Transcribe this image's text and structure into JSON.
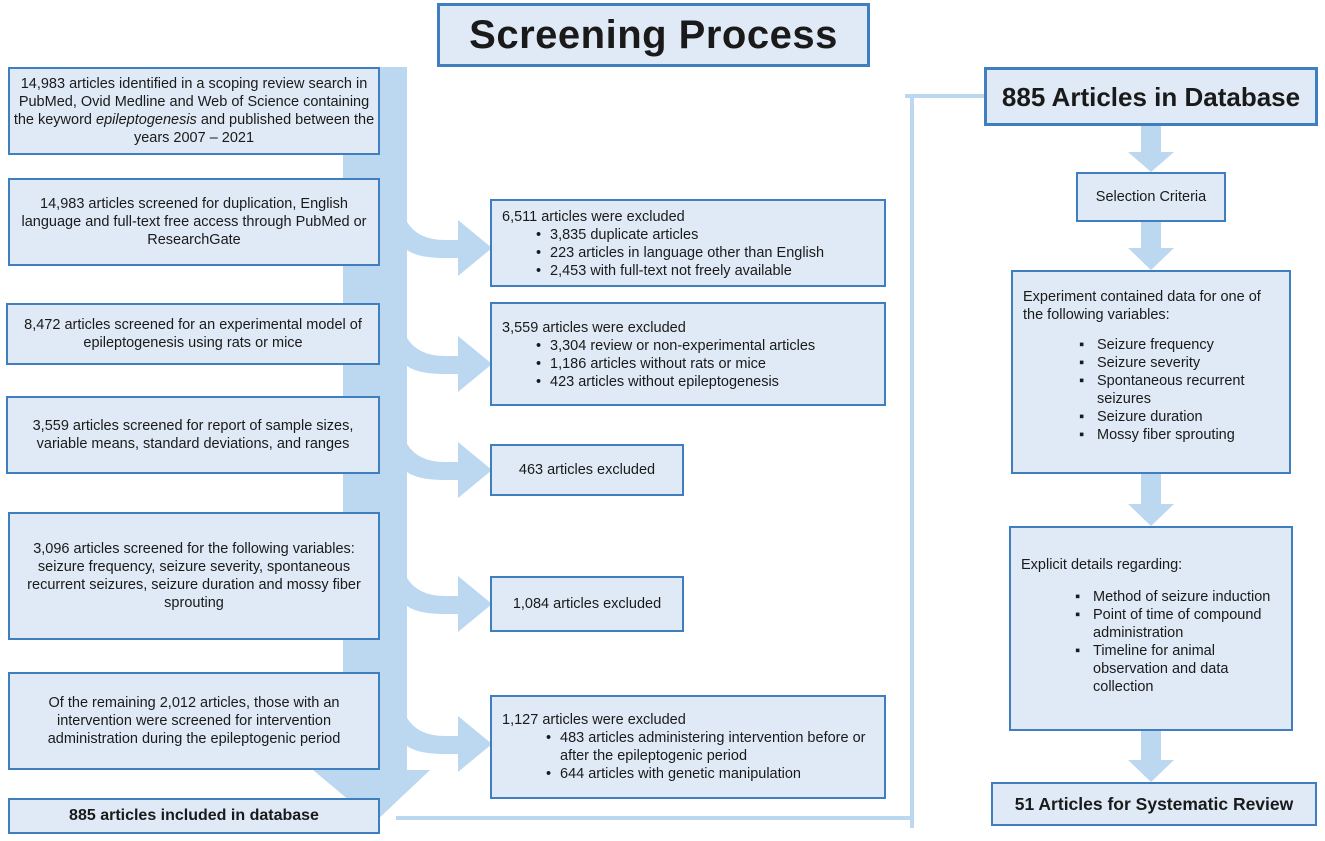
{
  "title": "Screening Process",
  "left_column": [
    {
      "text_parts": [
        "14,983 articles identified in a scoping review search in PubMed, Ovid Medline and Web of Science containing the keyword ",
        "epileptogenesis",
        " and published between the years 2007 – 2021"
      ]
    },
    {
      "text": "14,983 articles screened for duplication, English language and full-text free access through PubMed or ResearchGate"
    },
    {
      "text": "8,472 articles screened for an experimental model of epileptogenesis using rats or mice"
    },
    {
      "text": "3,559 articles screened for report of sample sizes, variable means, standard deviations, and ranges"
    },
    {
      "text": "3,096 articles screened for the following variables: seizure frequency, seizure severity, spontaneous recurrent seizures, seizure duration and mossy fiber sprouting"
    },
    {
      "text": "Of the remaining 2,012 articles, those with an intervention were screened for intervention administration during the epileptogenic period"
    },
    {
      "text": "885 articles included in database"
    }
  ],
  "exclusions": [
    {
      "header": "6,511 articles were excluded",
      "items": [
        "3,835 duplicate articles",
        "223 articles in language other than English",
        "2,453 with full-text not freely available"
      ]
    },
    {
      "header": "3,559 articles were excluded",
      "items": [
        "3,304 review or non-experimental articles",
        "1,186 articles without rats or mice",
        "423 articles without epileptogenesis"
      ]
    },
    {
      "header": "463 articles excluded"
    },
    {
      "header": "1,084 articles excluded"
    },
    {
      "header": "1,127 articles were excluded",
      "items": [
        "483 articles administering intervention before or after the epileptogenic period",
        "644 articles with genetic manipulation"
      ]
    }
  ],
  "right_column": {
    "database": "885 Articles in Database",
    "selection": "Selection Criteria",
    "experiment": {
      "header": "Experiment contained data for one of the following variables:",
      "items": [
        "Seizure frequency",
        "Seizure severity",
        "Spontaneous recurrent seizures",
        "Seizure duration",
        "Mossy fiber sprouting"
      ]
    },
    "explicit": {
      "header": "Explicit details regarding:",
      "items": [
        "Method of seizure induction",
        "Point of time of compound administration",
        "Timeline for animal observation and data collection"
      ]
    },
    "final": "51 Articles for Systematic Review"
  },
  "colors": {
    "box_fill": "#dfeaf6",
    "box_border": "#3f7fbf",
    "arrow": "#bcd7f0"
  }
}
